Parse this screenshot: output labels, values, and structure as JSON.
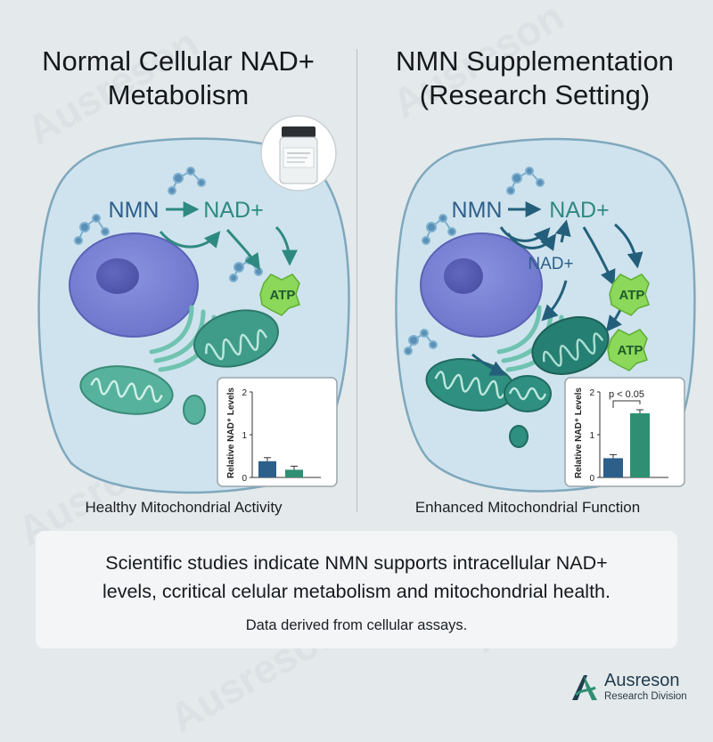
{
  "left_panel": {
    "title_line1": "Normal Cellular NAD+",
    "title_line2": "Metabolism",
    "label_nmn": "NMN",
    "label_nad": "NAD+",
    "label_atp": "ATP",
    "caption": "Healthy Mitochondrial Activity"
  },
  "right_panel": {
    "title_line1": "NMN Supplementation",
    "title_line2": "(Research Setting)",
    "label_nmn": "NMN",
    "label_nad": "NAD+",
    "label_nad_inner": "NAD+",
    "label_atp_1": "ATP",
    "label_atp_2": "ATP",
    "caption": "Enhanced Mitochondrial Function"
  },
  "chart_data": [
    {
      "type": "bar",
      "ylabel": "Relative NAD⁺ Levels",
      "ylim": [
        0,
        2
      ],
      "yticks": [
        "0",
        "1",
        "2"
      ],
      "values": [
        0.38,
        0.18
      ],
      "colors": [
        "#2c5f8a",
        "#2f8f72"
      ]
    },
    {
      "type": "bar",
      "ylabel": "Relative NAD⁺ Levels",
      "ylim": [
        0,
        2
      ],
      "yticks": [
        "0",
        "1",
        "2"
      ],
      "values": [
        0.45,
        1.5
      ],
      "colors": [
        "#2c5f8a",
        "#2f8f72"
      ],
      "annotation": "p < 0.05"
    }
  ],
  "note": {
    "line1": "Scientific studies indicate NMN supports intracellular NAD+",
    "line2": "levels, ccritical celular metabolism and mitochondrial health.",
    "sub": "Data derived from cellular assays."
  },
  "brand": {
    "name": "Ausreson",
    "division": "Research Division",
    "accent": "#2f8f72",
    "dark": "#1f3b4e"
  },
  "watermark": "Ausreson"
}
